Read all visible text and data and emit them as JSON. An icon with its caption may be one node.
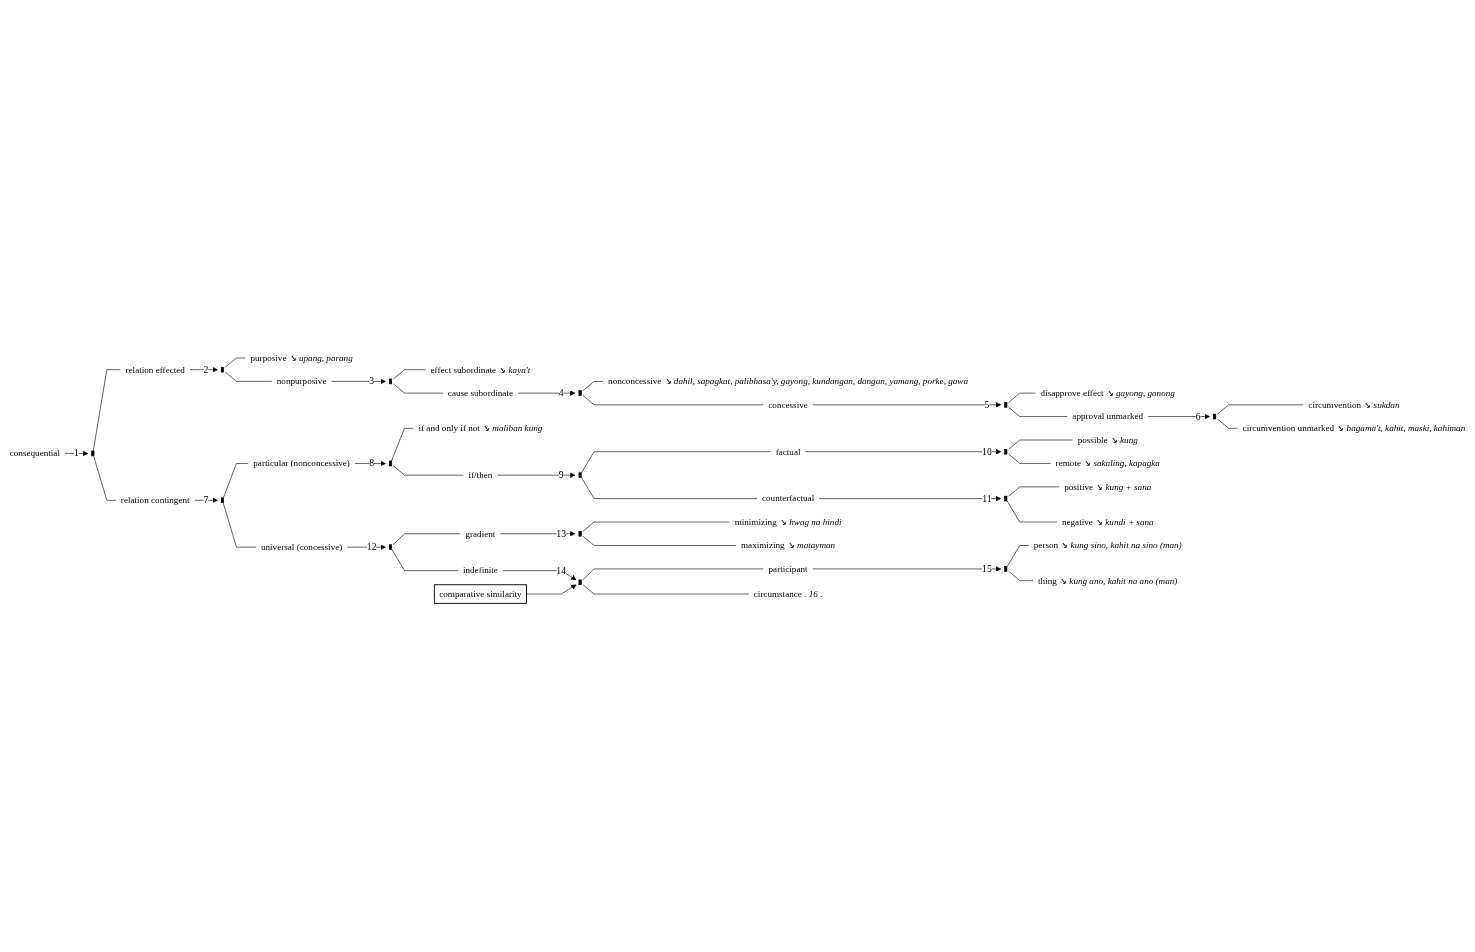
{
  "diagram": {
    "nodes": [
      {
        "text": [
          "consequential"
        ]
      },
      {
        "text": [],
        "shape": "bar"
      },
      {
        "text": [
          "relation effected"
        ]
      },
      {
        "text": [],
        "shape": "bar"
      },
      {
        "text": [
          "purposive",
          "↘ upang, parang"
        ]
      },
      {
        "text": [
          "nonpurposive"
        ]
      },
      {
        "text": [],
        "shape": "bar"
      },
      {
        "text": [
          "effect subordinate",
          "↘ kaya't"
        ]
      },
      {
        "text": [
          "cause subordinate"
        ]
      },
      {
        "text": [],
        "shape": "bar"
      },
      {
        "text": [
          "nonconcessive",
          "↘ dahil, sapagkat, palibhasa'y, gayong, kundangan, dangan, yamang, porke, gawa"
        ]
      },
      {
        "text": [
          "concessive"
        ]
      },
      {
        "text": [],
        "shape": "bar"
      },
      {
        "text": [
          "disapprove effect",
          "↘ gayong, ganong"
        ]
      },
      {
        "text": [
          "approval unmarked"
        ]
      },
      {
        "text": [],
        "shape": "bar"
      },
      {
        "text": [
          "circumvention",
          "↘ sukdan"
        ]
      },
      {
        "text": [
          "circumvention unmarked",
          "↘ bagama't, kahit, maski, kahiman"
        ]
      },
      {
        "text": [
          "relation contingent"
        ]
      },
      {
        "text": [],
        "shape": "bar"
      },
      {
        "text": [
          "particular (nonconcessive)"
        ]
      },
      {
        "text": [],
        "shape": "bar"
      },
      {
        "text": [
          "if and only if not",
          "↘ maliban kung"
        ]
      },
      {
        "text": [
          "if/then"
        ]
      },
      {
        "text": [],
        "shape": "bar"
      },
      {
        "text": [
          "factual"
        ]
      },
      {
        "text": [],
        "shape": "bar"
      },
      {
        "text": [
          "possible",
          "↘ kung"
        ]
      },
      {
        "text": [
          "remote",
          "↘ sakaling, kapagka"
        ]
      },
      {
        "text": [
          "counterfactual"
        ]
      },
      {
        "text": [],
        "shape": "bar"
      },
      {
        "text": [
          "positive",
          "↘ kung + sana"
        ]
      },
      {
        "text": [
          "negative",
          "↘ kundi + sana"
        ]
      },
      {
        "text": [
          "universal (concessive)"
        ]
      },
      {
        "text": [],
        "shape": "bar"
      },
      {
        "text": [
          "gradient"
        ]
      },
      {
        "text": [],
        "shape": "bar"
      },
      {
        "text": [
          "minimizing",
          "↘ hwag na hindi"
        ]
      },
      {
        "text": [
          "maximizing",
          "↘ matayman"
        ]
      },
      {
        "text": [
          "indefinite"
        ]
      },
      {
        "text": [
          "comparative similarity"
        ]
      },
      {
        "text": [],
        "shape": "bar"
      },
      {
        "text": [
          "participant"
        ]
      },
      {
        "text": [],
        "shape": "bar"
      },
      {
        "text": [
          "person",
          "↘ kung sino, kahit na sino (man)"
        ]
      },
      {
        "text": [
          "thing",
          "↘ kung ano, kahit na ano (man)"
        ]
      },
      {
        "text": [
          "circumstance",
          ". 16 ."
        ]
      }
    ],
    "edges": [
      {
        "from": 0,
        "to": 1,
        "arrow": "to",
        "label": "1"
      },
      {
        "from": 1,
        "to": 2,
        "arrow": "none"
      },
      {
        "from": 1,
        "to": 18,
        "arrow": "none"
      },
      {
        "from": 2,
        "to": 3,
        "arrow": "to",
        "label": "2"
      },
      {
        "from": 3,
        "to": 4,
        "arrow": "none"
      },
      {
        "from": 3,
        "to": 5,
        "arrow": "none"
      },
      {
        "from": 5,
        "to": 6,
        "arrow": "to",
        "label": "3"
      },
      {
        "from": 6,
        "to": 7,
        "arrow": "none"
      },
      {
        "from": 6,
        "to": 8,
        "arrow": "none"
      },
      {
        "from": 8,
        "to": 9,
        "arrow": "to",
        "label": "4"
      },
      {
        "from": 9,
        "to": 10,
        "arrow": "none"
      },
      {
        "from": 9,
        "to": 11,
        "arrow": "none"
      },
      {
        "from": 11,
        "to": 12,
        "arrow": "to",
        "label": "5"
      },
      {
        "from": 12,
        "to": 13,
        "arrow": "none"
      },
      {
        "from": 12,
        "to": 14,
        "arrow": "none"
      },
      {
        "from": 14,
        "to": 15,
        "arrow": "to",
        "label": "6"
      },
      {
        "from": 15,
        "to": 16,
        "arrow": "none"
      },
      {
        "from": 15,
        "to": 17,
        "arrow": "none"
      },
      {
        "from": 18,
        "to": 19,
        "arrow": "to",
        "label": "7"
      },
      {
        "from": 19,
        "to": 20,
        "arrow": "none"
      },
      {
        "from": 19,
        "to": 33,
        "arrow": "none"
      },
      {
        "from": 20,
        "to": 21,
        "arrow": "to",
        "label": "8"
      },
      {
        "from": 21,
        "to": 22,
        "arrow": "none"
      },
      {
        "from": 21,
        "to": 23,
        "arrow": "none"
      },
      {
        "from": 23,
        "to": 24,
        "arrow": "to",
        "label": "9"
      },
      {
        "from": 24,
        "to": 25,
        "arrow": "none"
      },
      {
        "from": 24,
        "to": 29,
        "arrow": "none"
      },
      {
        "from": 25,
        "to": 26,
        "arrow": "to",
        "label": "10"
      },
      {
        "from": 26,
        "to": 27,
        "arrow": "none"
      },
      {
        "from": 26,
        "to": 28,
        "arrow": "none"
      },
      {
        "from": 29,
        "to": 30,
        "arrow": "to",
        "label": "11"
      },
      {
        "from": 30,
        "to": 31,
        "arrow": "none"
      },
      {
        "from": 30,
        "to": 32,
        "arrow": "none"
      },
      {
        "from": 33,
        "to": 34,
        "arrow": "to",
        "label": "12"
      },
      {
        "from": 34,
        "to": 35,
        "arrow": "none"
      },
      {
        "from": 34,
        "to": 39,
        "arrow": "none"
      },
      {
        "from": 35,
        "to": 36,
        "arrow": "to",
        "label": "13"
      },
      {
        "from": 36,
        "to": 37,
        "arrow": "none"
      },
      {
        "from": 36,
        "to": 38,
        "arrow": "none"
      },
      {
        "from": 39,
        "to": 41,
        "arrow": "to",
        "label": "14"
      },
      {
        "from": 40,
        "to": 41,
        "arrow": "to"
      },
      {
        "from": 41,
        "to": 42,
        "arrow": "none"
      },
      {
        "from": 41,
        "to": 46,
        "arrow": "none"
      },
      {
        "from": 42,
        "to": 43,
        "arrow": "to",
        "label": "15"
      },
      {
        "from": 43,
        "to": 44,
        "arrow": "none"
      },
      {
        "from": 43,
        "to": 45,
        "arrow": "none"
      }
    ]
  }
}
